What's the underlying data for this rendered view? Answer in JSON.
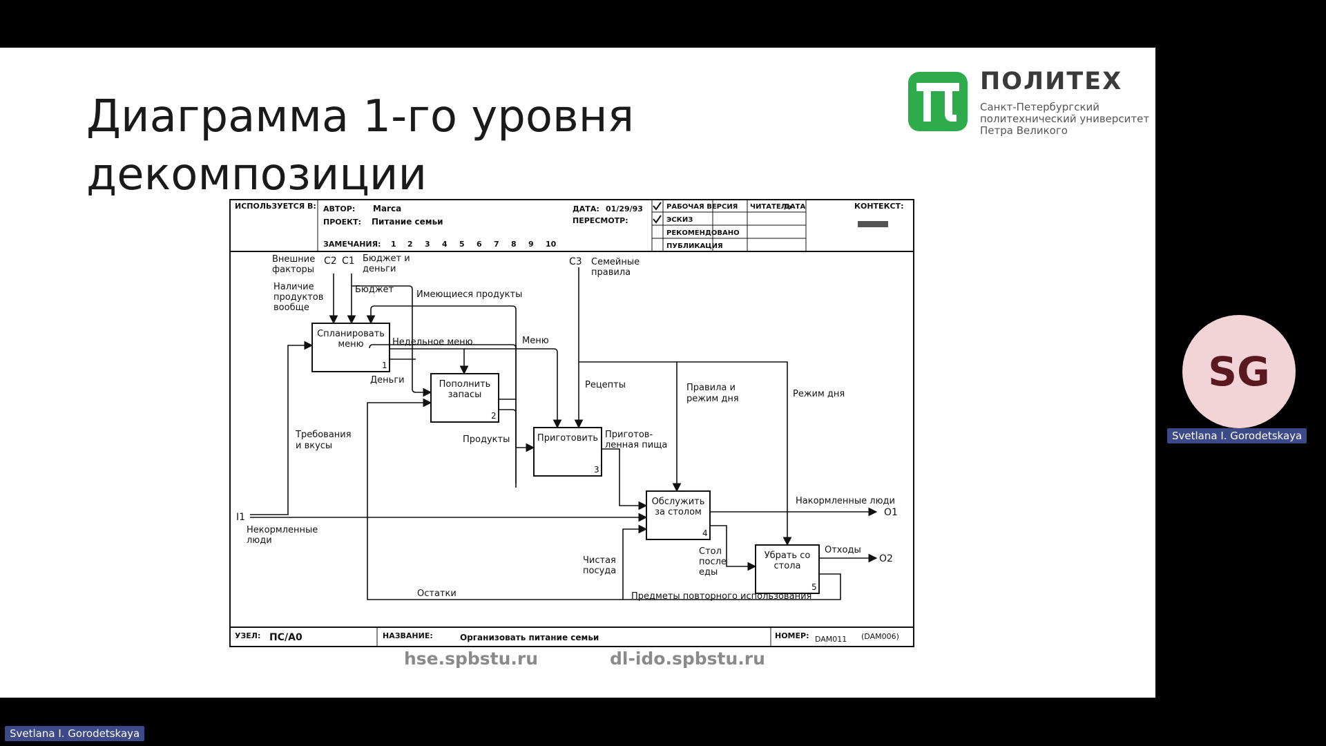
{
  "slide": {
    "title_line1": "Диаграмма 1-го уровня",
    "title_line2": "декомпозиции",
    "logo": {
      "name": "ПОЛИТЕХ",
      "line1": "Санкт-Петербургский",
      "line2": "политехнический университет",
      "line3": "Петра Великого"
    },
    "links": [
      "hse.spbstu.ru",
      "dl-ido.spbstu.ru"
    ]
  },
  "diagram": {
    "header": {
      "used_in": "ИСПОЛЬЗУЕТСЯ В:",
      "author_label": "АВТОР:",
      "author": "Marca",
      "project_label": "ПРОЕКТ:",
      "project": "Питание семьи",
      "notes_label": "ЗАМЕЧАНИЯ:",
      "notes": [
        "1",
        "2",
        "3",
        "4",
        "5",
        "6",
        "7",
        "8",
        "9",
        "10"
      ],
      "date_label": "ДАТА:",
      "date": "01/29/93",
      "review_label": "ПЕРЕСМОТР:",
      "status": [
        "РАБОЧАЯ ВЕРСИЯ",
        "ЭСКИЗ",
        "РЕКОМЕНДОВАНО",
        "ПУБЛИКАЦИЯ"
      ],
      "reader_label": "ЧИТАТЕЛЬ",
      "date_col_label": "ДАТА",
      "context_label": "КОНТЕКСТ:"
    },
    "footer": {
      "node_label": "УЗЕЛ:",
      "node": "ПС/А0",
      "name_label": "НАЗВАНИЕ:",
      "name": "Организовать питание семьи",
      "number_label": "НОМЕР:",
      "number": "DAM011",
      "number_ref": "(DAM006)"
    },
    "boxes": [
      {
        "line1": "Спланировать",
        "line2": "меню",
        "num": "1"
      },
      {
        "line1": "Пополнить",
        "line2": "запасы",
        "num": "2"
      },
      {
        "line1": "Приготовить",
        "line2": "",
        "num": "3"
      },
      {
        "line1": "Обслужить",
        "line2": "за столом",
        "num": "4"
      },
      {
        "line1": "Убрать со",
        "line2": "стола",
        "num": "5"
      }
    ],
    "codes": {
      "c2": "C2",
      "c1": "C1",
      "c3": "C3",
      "i1": "I1",
      "o1": "O1",
      "o2": "O2"
    },
    "labels": {
      "external_factors": [
        "Внешние",
        "факторы"
      ],
      "budget_money": [
        "Бюджет и",
        "деньги"
      ],
      "availability": [
        "Наличие",
        "продуктов",
        "вообще"
      ],
      "budget": "Бюджет",
      "available_products": "Имеющиеся продукты",
      "family_rules": [
        "Семейные",
        "правила"
      ],
      "weekly_menu": "Недельное меню",
      "menu": "Меню",
      "money": "Деньги",
      "recipes": "Рецепты",
      "rules_and_routine": [
        "Правила и",
        "режим дня"
      ],
      "daily_routine": "Режим дня",
      "requirements": [
        "Требования",
        "и вкусы"
      ],
      "products": "Продукты",
      "cooked_food": [
        "Приготов-",
        "ленная пища"
      ],
      "fed_people": "Накормленные люди",
      "unfed_people": [
        "Некормленные",
        "люди"
      ],
      "clean_dishes": [
        "Чистая",
        "посуда"
      ],
      "table_after_meal": [
        "Стол",
        "после",
        "еды"
      ],
      "waste": "Отходы",
      "leftovers": "Остатки",
      "reusable_items": "Предметы повторного использования"
    }
  },
  "participant": {
    "initials": "SG",
    "name": "Svetlana I. Gorodetskaya",
    "avatar_color": "#f2d3d6"
  }
}
